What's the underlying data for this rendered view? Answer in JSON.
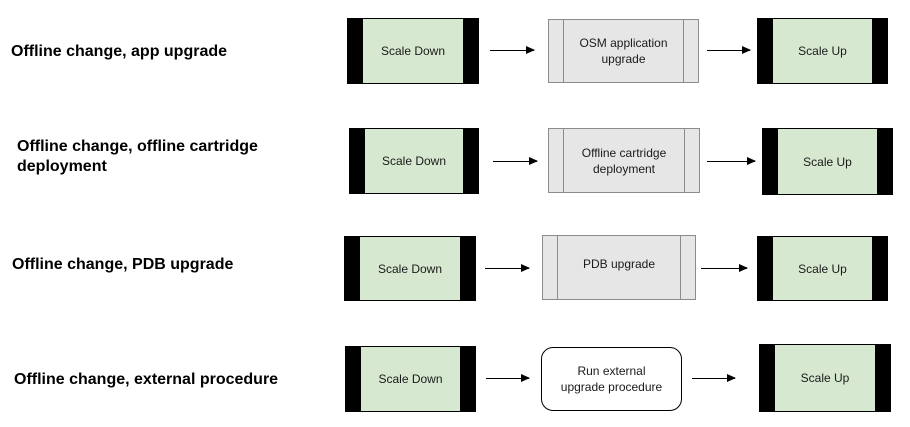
{
  "rows": [
    {
      "label": "Offline change, app upgrade",
      "step1": "Scale Down",
      "step2": "OSM application upgrade",
      "step3": "Scale Up"
    },
    {
      "label": "Offline change, offline cartridge deployment",
      "step1": "Scale Down",
      "step2": "Offline cartridge deployment",
      "step3": "Scale Up"
    },
    {
      "label": "Offline change, PDB upgrade",
      "step1": "Scale Down",
      "step2": "PDB upgrade",
      "step3": "Scale Up"
    },
    {
      "label": "Offline change, external procedure",
      "step1": "Scale Down",
      "step2": "Run external upgrade procedure",
      "step3": "Scale Up"
    }
  ],
  "colors": {
    "scale_fill": "#d6e8cf",
    "scale_border": "#000000",
    "process_fill": "#e6e6e6",
    "process_border": "#8c8c8c",
    "terminal_fill": "#ffffff"
  }
}
